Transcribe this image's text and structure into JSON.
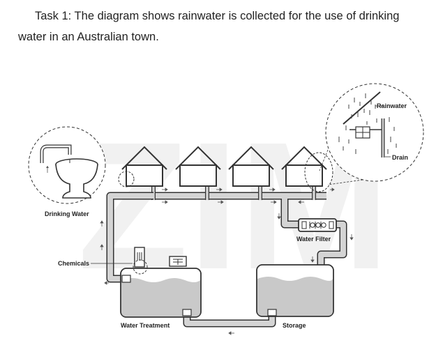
{
  "task_text": "Task 1: The diagram shows rainwater is collected for the use of drinking water in an Australian town.",
  "watermark": "ZIM",
  "labels": {
    "rainwater": "Rainwater",
    "drain": "Drain",
    "drinking_water": "Drinking Water",
    "water_filter": "Water Filter",
    "chemicals": "Chemicals",
    "water_treatment": "Water Treatment",
    "storage": "Storage"
  },
  "colors": {
    "water": "#c9c9c9",
    "pipe": "#d4d4d4",
    "outline": "#333333",
    "watermark": "#f1f1f1"
  }
}
